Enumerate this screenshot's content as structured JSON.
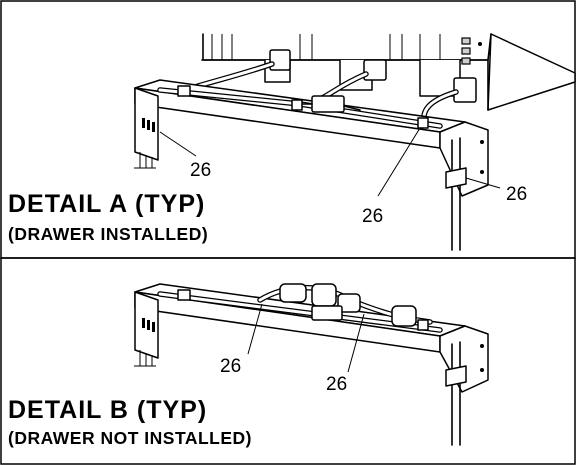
{
  "detail_a": {
    "title": "DETAIL A (TYP)",
    "subtitle": "(DRAWER INSTALLED)",
    "callouts": [
      "26",
      "26",
      "26"
    ]
  },
  "detail_b": {
    "title": "DETAIL B (TYP)",
    "subtitle": "(DRAWER NOT INSTALLED)",
    "callouts": [
      "26",
      "26"
    ]
  }
}
